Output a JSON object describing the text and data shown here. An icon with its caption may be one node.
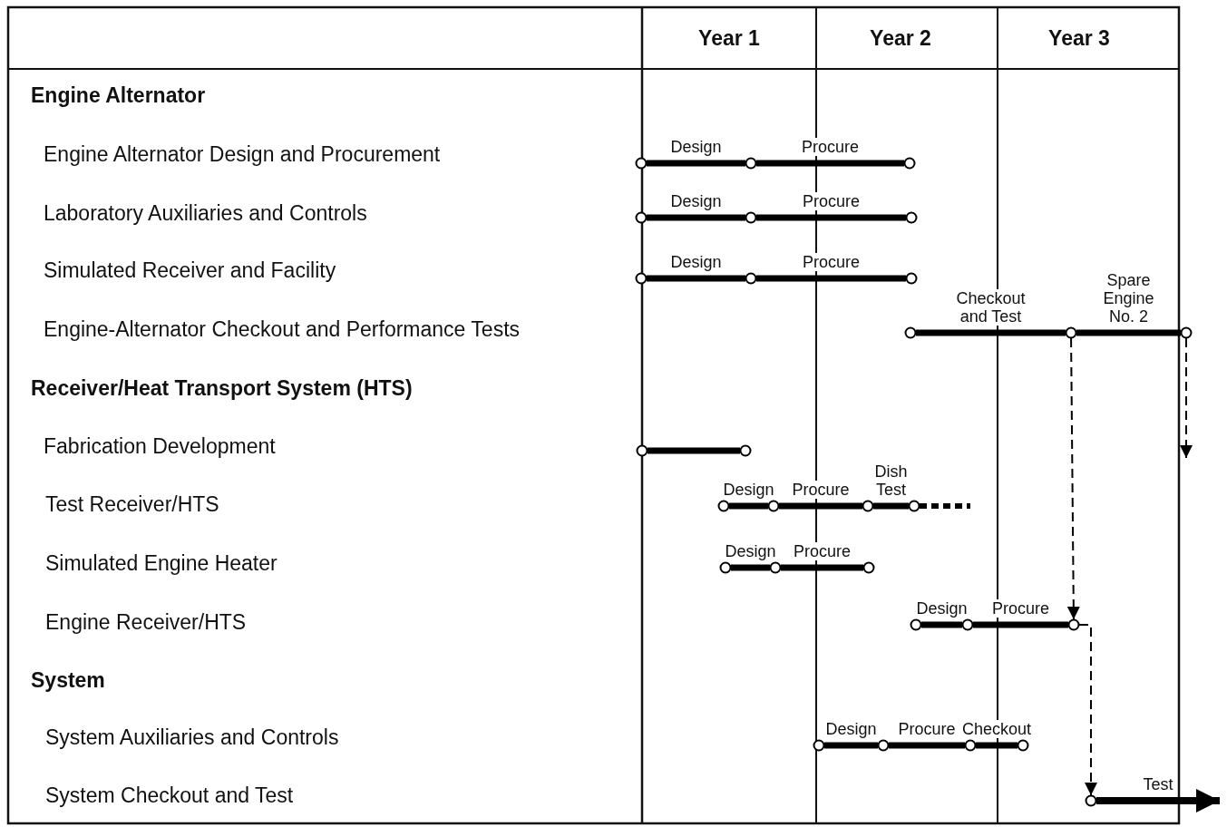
{
  "diagram": {
    "nodes": [
      {
        "text": [],
        "shape": "circle"
      },
      {
        "text": [],
        "shape": "circle"
      },
      {
        "text": [],
        "shape": "circle"
      },
      {
        "text": [],
        "shape": "circle"
      },
      {
        "text": [],
        "shape": "circle"
      },
      {
        "text": [],
        "shape": "circle"
      },
      {
        "text": [],
        "shape": "circle"
      },
      {
        "text": [],
        "shape": "circle"
      },
      {
        "text": [],
        "shape": "circle"
      },
      {
        "text": [],
        "shape": "circle"
      },
      {
        "text": [],
        "shape": "circle"
      },
      {
        "text": [],
        "shape": "circle"
      },
      {
        "text": [],
        "shape": "circle"
      },
      {
        "text": [],
        "shape": "circle"
      },
      {
        "text": [],
        "shape": "circle"
      },
      {
        "text": [],
        "shape": "circle"
      },
      {
        "text": [],
        "shape": "circle"
      },
      {
        "text": [],
        "shape": "circle"
      },
      {
        "text": [],
        "shape": "circle"
      },
      {
        "text": [],
        "shape": "circle"
      },
      {
        "text": [],
        "shape": "circle"
      },
      {
        "text": [],
        "shape": "circle"
      },
      {
        "text": [],
        "shape": "circle"
      },
      {
        "text": [],
        "shape": "circle"
      },
      {
        "text": [],
        "shape": "circle"
      },
      {
        "text": [],
        "shape": "circle"
      },
      {
        "text": [],
        "shape": "circle"
      },
      {
        "text": [],
        "shape": "circle"
      },
      {
        "text": [],
        "shape": "circle"
      }
    ],
    "edges": [
      {
        "from": 0,
        "to": 1,
        "arrow": "none",
        "label": "Design"
      },
      {
        "from": 1,
        "to": 2,
        "arrow": "none",
        "label": "Procure"
      },
      {
        "from": 3,
        "to": 4,
        "arrow": "none",
        "label": "Design"
      },
      {
        "from": 4,
        "to": 5,
        "arrow": "none",
        "label": "Procure"
      },
      {
        "from": 6,
        "to": 7,
        "arrow": "none",
        "label": "Design"
      },
      {
        "from": 7,
        "to": 8,
        "arrow": "none",
        "label": "Procure"
      },
      {
        "from": 9,
        "to": 10,
        "arrow": "none",
        "label": "Checkout and Test"
      },
      {
        "from": 10,
        "to": 11,
        "arrow": "none",
        "label": "Spare Engine No. 2"
      },
      {
        "from": 10,
        "to": 23,
        "arrow": "to",
        "style": "dashed"
      },
      {
        "from": 11,
        "to": null,
        "arrow": "to",
        "style": "dashed"
      },
      {
        "from": 12,
        "to": 13,
        "arrow": "none"
      },
      {
        "from": 14,
        "to": 15,
        "arrow": "none",
        "label": "Design"
      },
      {
        "from": 15,
        "to": 16,
        "arrow": "none",
        "label": "Procure"
      },
      {
        "from": 16,
        "to": 17,
        "arrow": "none",
        "label": "Dish Test"
      },
      {
        "from": 17,
        "to": null,
        "arrow": "none",
        "style": "dashed"
      },
      {
        "from": 18,
        "to": 19,
        "arrow": "none",
        "label": "Design"
      },
      {
        "from": 19,
        "to": 20,
        "arrow": "none",
        "label": "Procure"
      },
      {
        "from": 21,
        "to": 22,
        "arrow": "none",
        "label": "Design"
      },
      {
        "from": 22,
        "to": 23,
        "arrow": "none",
        "label": "Procure"
      },
      {
        "from": 23,
        "to": 28,
        "arrow": "to",
        "style": "dashed"
      },
      {
        "from": 24,
        "to": 25,
        "arrow": "none",
        "label": "Design"
      },
      {
        "from": 25,
        "to": 26,
        "arrow": "none",
        "label": "Procure"
      },
      {
        "from": 26,
        "to": 27,
        "arrow": "none",
        "label": "Checkout"
      },
      {
        "from": 28,
        "to": null,
        "arrow": "to",
        "label": "Test"
      }
    ],
    "labels": [
      "Year 1",
      "Year 2",
      "Year 3",
      "Engine Alternator",
      "Engine Alternator Design and Procurement",
      "Laboratory Auxiliaries and Controls",
      "Simulated Receiver and Facility",
      "Engine-Alternator Checkout and Performance Tests",
      "Receiver/Heat Transport System (HTS)",
      "Fabrication Development",
      "Test Receiver/HTS",
      "Simulated Engine Heater",
      "Engine Receiver/HTS",
      "System",
      "System Auxiliaries and Controls",
      "System Checkout and Test"
    ]
  }
}
